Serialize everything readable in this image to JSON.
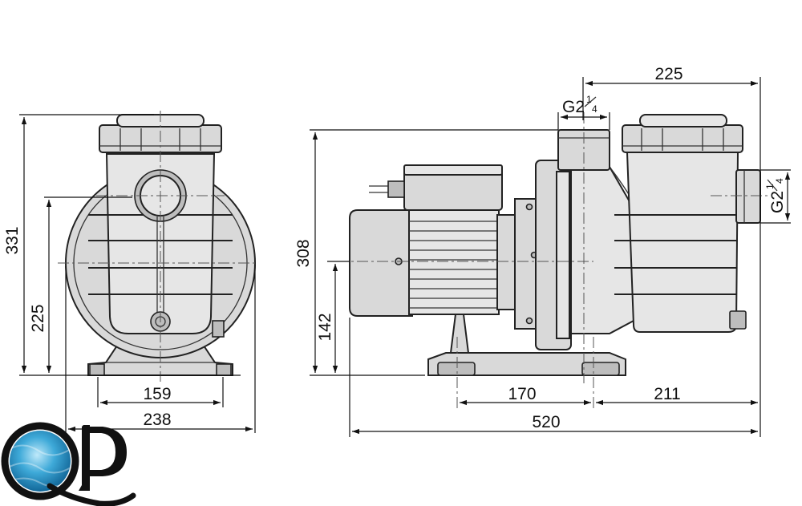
{
  "dimensions": {
    "side_height": "331",
    "side_axis_height": "225",
    "side_base_width": "159",
    "side_total_width": "238",
    "front_height": "308",
    "front_axis_height": "142",
    "front_base_span": "170",
    "front_rear_span": "211",
    "front_total_length": "520",
    "front_top_offset": "225"
  },
  "connections": {
    "top_thread_main": "G2",
    "top_thread_fraction_num": "1",
    "top_thread_fraction_den": "4",
    "side_thread_main": "G2",
    "side_thread_fraction_num": "1",
    "side_thread_fraction_den": "4"
  },
  "logo": {
    "letters": "QP",
    "water_color": "#3ea9d8",
    "ink_color": "#111111"
  }
}
